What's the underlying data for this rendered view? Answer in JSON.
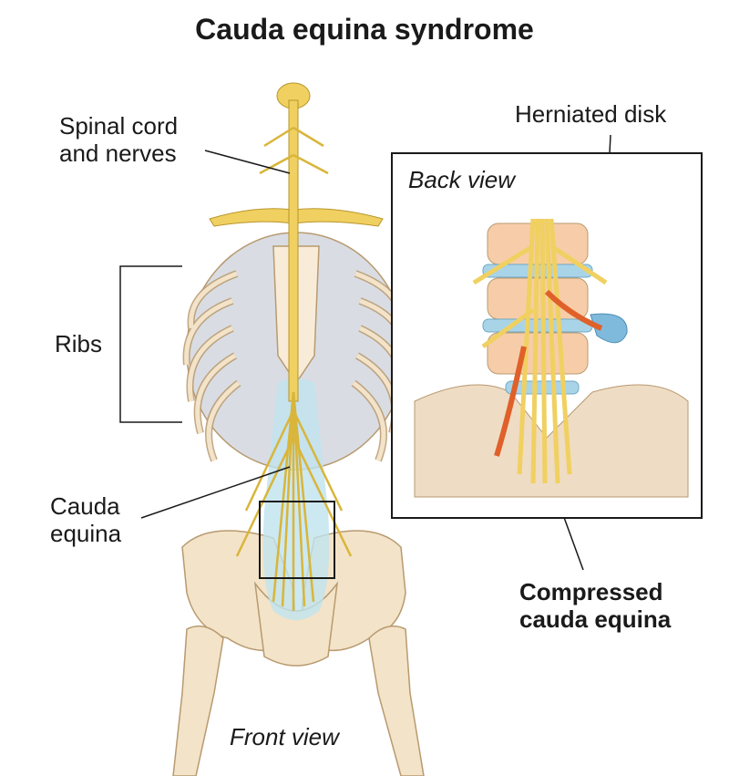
{
  "title": "Cauda equina syndrome",
  "labels": {
    "spinal_cord": "Spinal cord\nand nerves",
    "ribs": "Ribs",
    "cauda_equina": "Cauda\nequina",
    "front_view": "Front view",
    "back_view": "Back view",
    "herniated_disk": "Herniated disk",
    "compressed": "Compressed\ncauda equina"
  },
  "colors": {
    "bone": "#f3e3c8",
    "nerve": "#f0d060",
    "csf": "#bfe4ef",
    "compressed_nerve": "#e0602a",
    "disk": "#a9d4e8",
    "cartilage": "#d9dde3"
  }
}
